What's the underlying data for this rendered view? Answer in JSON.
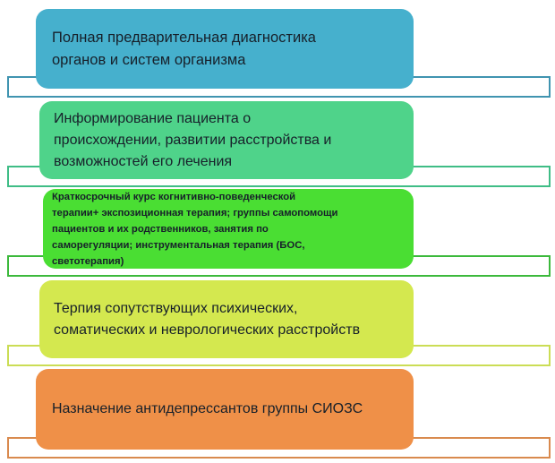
{
  "diagram": {
    "type": "stacked-process-steps",
    "orientation": "vertical",
    "step_count": 5,
    "steps": [
      {
        "index": 1,
        "text": "Полная предварительная диагностика\nорганов и систем организма",
        "card_color": "#46b0cd",
        "outline_color": "#4094b0",
        "color_name": "teal"
      },
      {
        "index": 2,
        "text": "Информирование пациента о\nпроисхождении, развитии  расстройства и\nвозможностей его лечения",
        "card_color": "#4fd38a",
        "outline_color": "#3fbd86",
        "color_name": "emerald-green"
      },
      {
        "index": 3,
        "text": "Краткосрочный курс когнитивно-поведенческой\nтерапии+ экспозиционная терапия; группы  самопомощи\nпациентов и их родственников, занятия по\nсаморегуляции; инструментальная терапия (БОС,\nсветотерапия)",
        "card_color": "#4ade33",
        "outline_color": "#3cb93c",
        "color_name": "bright-green"
      },
      {
        "index": 4,
        "text": "Терпия сопутствующих психических,\nсоматических и неврологических расстройств",
        "card_color": "#d4e84f",
        "outline_color": "#cbdd55",
        "color_name": "yellow-green"
      },
      {
        "index": 5,
        "text": "Назначение антидепрессантов группы СИОЗС",
        "card_color": "#ef9048",
        "outline_color": "#d98a4e",
        "color_name": "orange"
      }
    ]
  }
}
